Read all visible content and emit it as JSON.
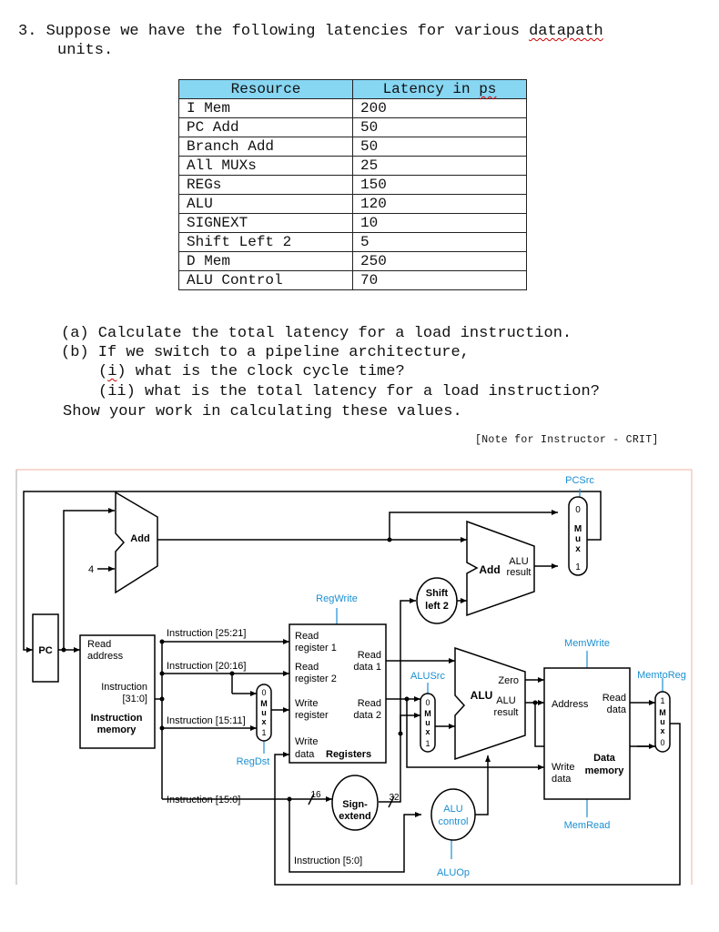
{
  "question": {
    "number": "3.",
    "intro_pre": "Suppose we have the following latencies for various ",
    "intro_link": "datapath",
    "intro_line2": "units.",
    "table": {
      "headers": {
        "resource": "Resource",
        "latency_pre": "Latency in ",
        "latency_unit": "ps"
      },
      "rows": [
        {
          "resource": "I Mem",
          "latency": "200"
        },
        {
          "resource": "PC Add",
          "latency": "50"
        },
        {
          "resource": "Branch Add",
          "latency": "50"
        },
        {
          "resource": "All MUXs",
          "latency": "25"
        },
        {
          "resource": "REGs",
          "latency": "150"
        },
        {
          "resource": "ALU",
          "latency": "120"
        },
        {
          "resource": "SIGNEXT",
          "latency": "10"
        },
        {
          "resource": "Shift Left 2",
          "latency": "5"
        },
        {
          "resource": "D Mem",
          "latency": "250"
        },
        {
          "resource": "ALU Control",
          "latency": "70"
        }
      ]
    },
    "part_a": "(a) Calculate the total latency for a load instruction.",
    "part_b": "(b) If we switch to a pipeline architecture,",
    "part_b_i_pre": "(",
    "part_b_i_mark": "i",
    "part_b_i_post": ") what is the clock cycle time?",
    "part_b_ii": "(ii) what is the total latency for a load instruction?",
    "show_work": "Show your work in calculating these values.",
    "note": "[Note for Instructor - CRIT]"
  },
  "diagram": {
    "pc": "PC",
    "add": "Add",
    "four": "4",
    "alu_add": "Add",
    "alu_result_top": "ALU",
    "alu_result_bot": "result",
    "pcsrc": "PCSrc",
    "shift_1": "Shift",
    "shift_2": "left 2",
    "regwrite": "RegWrite",
    "memwrite": "MemWrite",
    "memtoreg": "MemtoReg",
    "alusrc": "ALUSrc",
    "regdst": "RegDst",
    "memread": "MemRead",
    "aluop": "ALUOp",
    "imem_read1": "Read",
    "imem_read2": "address",
    "imem_instr1": "Instruction",
    "imem_instr2": "[31:0]",
    "imem_name1": "Instruction",
    "imem_name2": "memory",
    "instr_25_21": "Instruction [25:21]",
    "instr_20_16": "Instruction [20:16]",
    "instr_15_11": "Instruction [15:11]",
    "instr_15_0": "Instruction [15:0]",
    "instr_5_0": "Instruction [5:0]",
    "reg_rr1a": "Read",
    "reg_rr1b": "register 1",
    "reg_rd1a": "Read",
    "reg_rd1b": "data 1",
    "reg_rr2a": "Read",
    "reg_rr2b": "register 2",
    "reg_wra": "Write",
    "reg_wrb": "register",
    "reg_rd2a": "Read",
    "reg_rd2b": "data 2",
    "reg_wda": "Write",
    "reg_wdb": "data",
    "reg_name": "Registers",
    "alu": "ALU",
    "zero": "Zero",
    "alu_res1": "ALU",
    "alu_res2": "result",
    "dm_addr": "Address",
    "dm_read1": "Read",
    "dm_read2": "data",
    "dm_write1": "Write",
    "dm_write2": "data",
    "dm_name1": "Data",
    "dm_name2": "memory",
    "sign1": "Sign-",
    "sign2": "extend",
    "bits16": "16",
    "bits32": "32",
    "aluctl1": "ALU",
    "aluctl2": "control",
    "mux_letters": "M u x",
    "mux0": "0",
    "mux1": "1",
    "colors": {
      "control": "#1a8fd1",
      "table_header": "#87d6f2",
      "border_accent": "#f0b0a0"
    }
  }
}
